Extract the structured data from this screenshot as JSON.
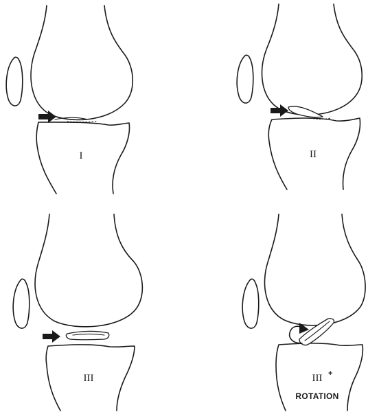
{
  "panels": [
    {
      "stage": "I",
      "superscript": "",
      "caption": ""
    },
    {
      "stage": "II",
      "superscript": "",
      "caption": ""
    },
    {
      "stage": "III",
      "superscript": "",
      "caption": ""
    },
    {
      "stage": "III",
      "superscript": "+",
      "caption": "ROTATION"
    }
  ]
}
